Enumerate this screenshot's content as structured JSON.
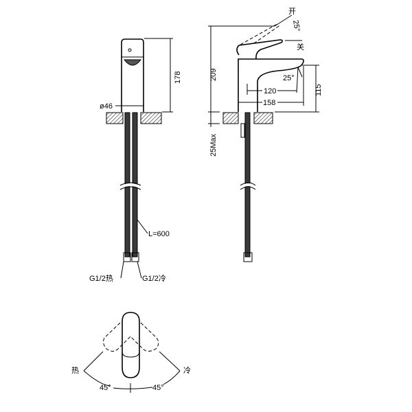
{
  "title": "Basin mixer faucet technical drawing",
  "front_view": {
    "height_dim": "178",
    "diameter_dim": "ø46",
    "hose_length": "L=600",
    "hot_inlet": "G1/2热",
    "cold_inlet": "G1/2冷"
  },
  "side_view": {
    "total_height": "209",
    "deck_thickness": "25Max",
    "spout_height": "115",
    "spout_reach_inner": "120",
    "spout_reach_outer": "158",
    "spout_angle": "25°",
    "handle_angle": "25°",
    "open_label": "开",
    "close_label": "关"
  },
  "top_view": {
    "hot_label": "热",
    "cold_label": "冷",
    "hot_angle": "45°",
    "cold_angle": "45°"
  }
}
